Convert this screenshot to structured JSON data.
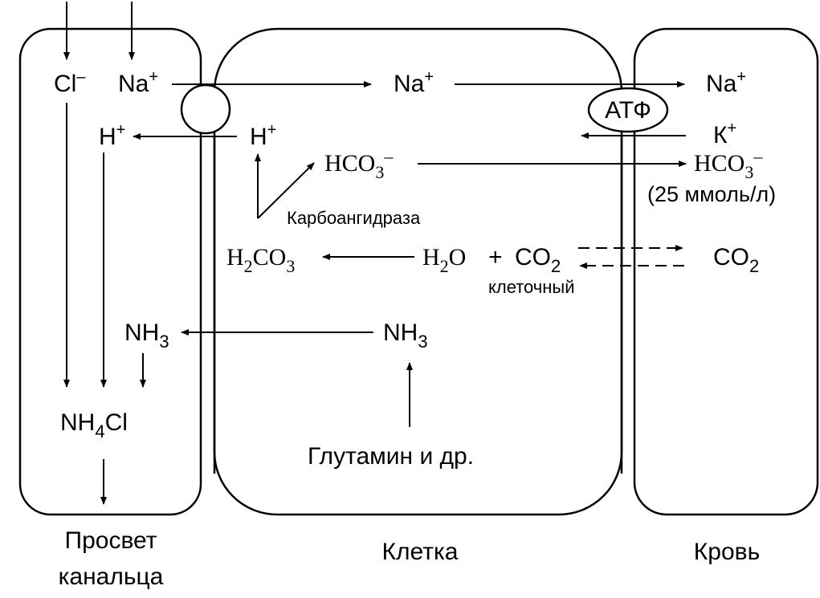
{
  "compartments": {
    "lumen_line1": "Просвет",
    "lumen_line2": "канальца",
    "cell": "Клетка",
    "blood": "Кровь"
  },
  "lumen": {
    "cl": "Cl",
    "cl_charge": "–",
    "na": "Na",
    "na_charge": "+",
    "h": "H",
    "h_charge": "+",
    "nh3_base": "NH",
    "nh3_sub": "3",
    "nh4cl_a": "NH",
    "nh4cl_sub": "4",
    "nh4cl_b": "Cl"
  },
  "cell": {
    "na": "Na",
    "na_charge": "+",
    "h": "H",
    "h_charge": "+",
    "hco3_base": "HCO",
    "hco3_sub": "3",
    "hco3_charge": "–",
    "enzyme": "Карбоангидраза",
    "h2co3_a": "H",
    "h2co3_sub1": "2",
    "h2co3_b": "CO",
    "h2co3_sub2": "3",
    "h2o_a": "H",
    "h2o_sub": "2",
    "h2o_b": "O",
    "plus": "+",
    "co2_base": "CO",
    "co2_sub": "2",
    "co2_label": "клеточный",
    "nh3_base": "NH",
    "nh3_sub": "3",
    "glutamine": "Глутамин и др."
  },
  "blood": {
    "atp": "АТФ",
    "na": "Na",
    "na_charge": "+",
    "k": "К",
    "k_charge": "+",
    "hco3_base": "HCO",
    "hco3_sub": "3",
    "hco3_charge": "–",
    "hco3_conc": "(25 ммоль/л)",
    "co2_base": "CO",
    "co2_sub": "2"
  }
}
